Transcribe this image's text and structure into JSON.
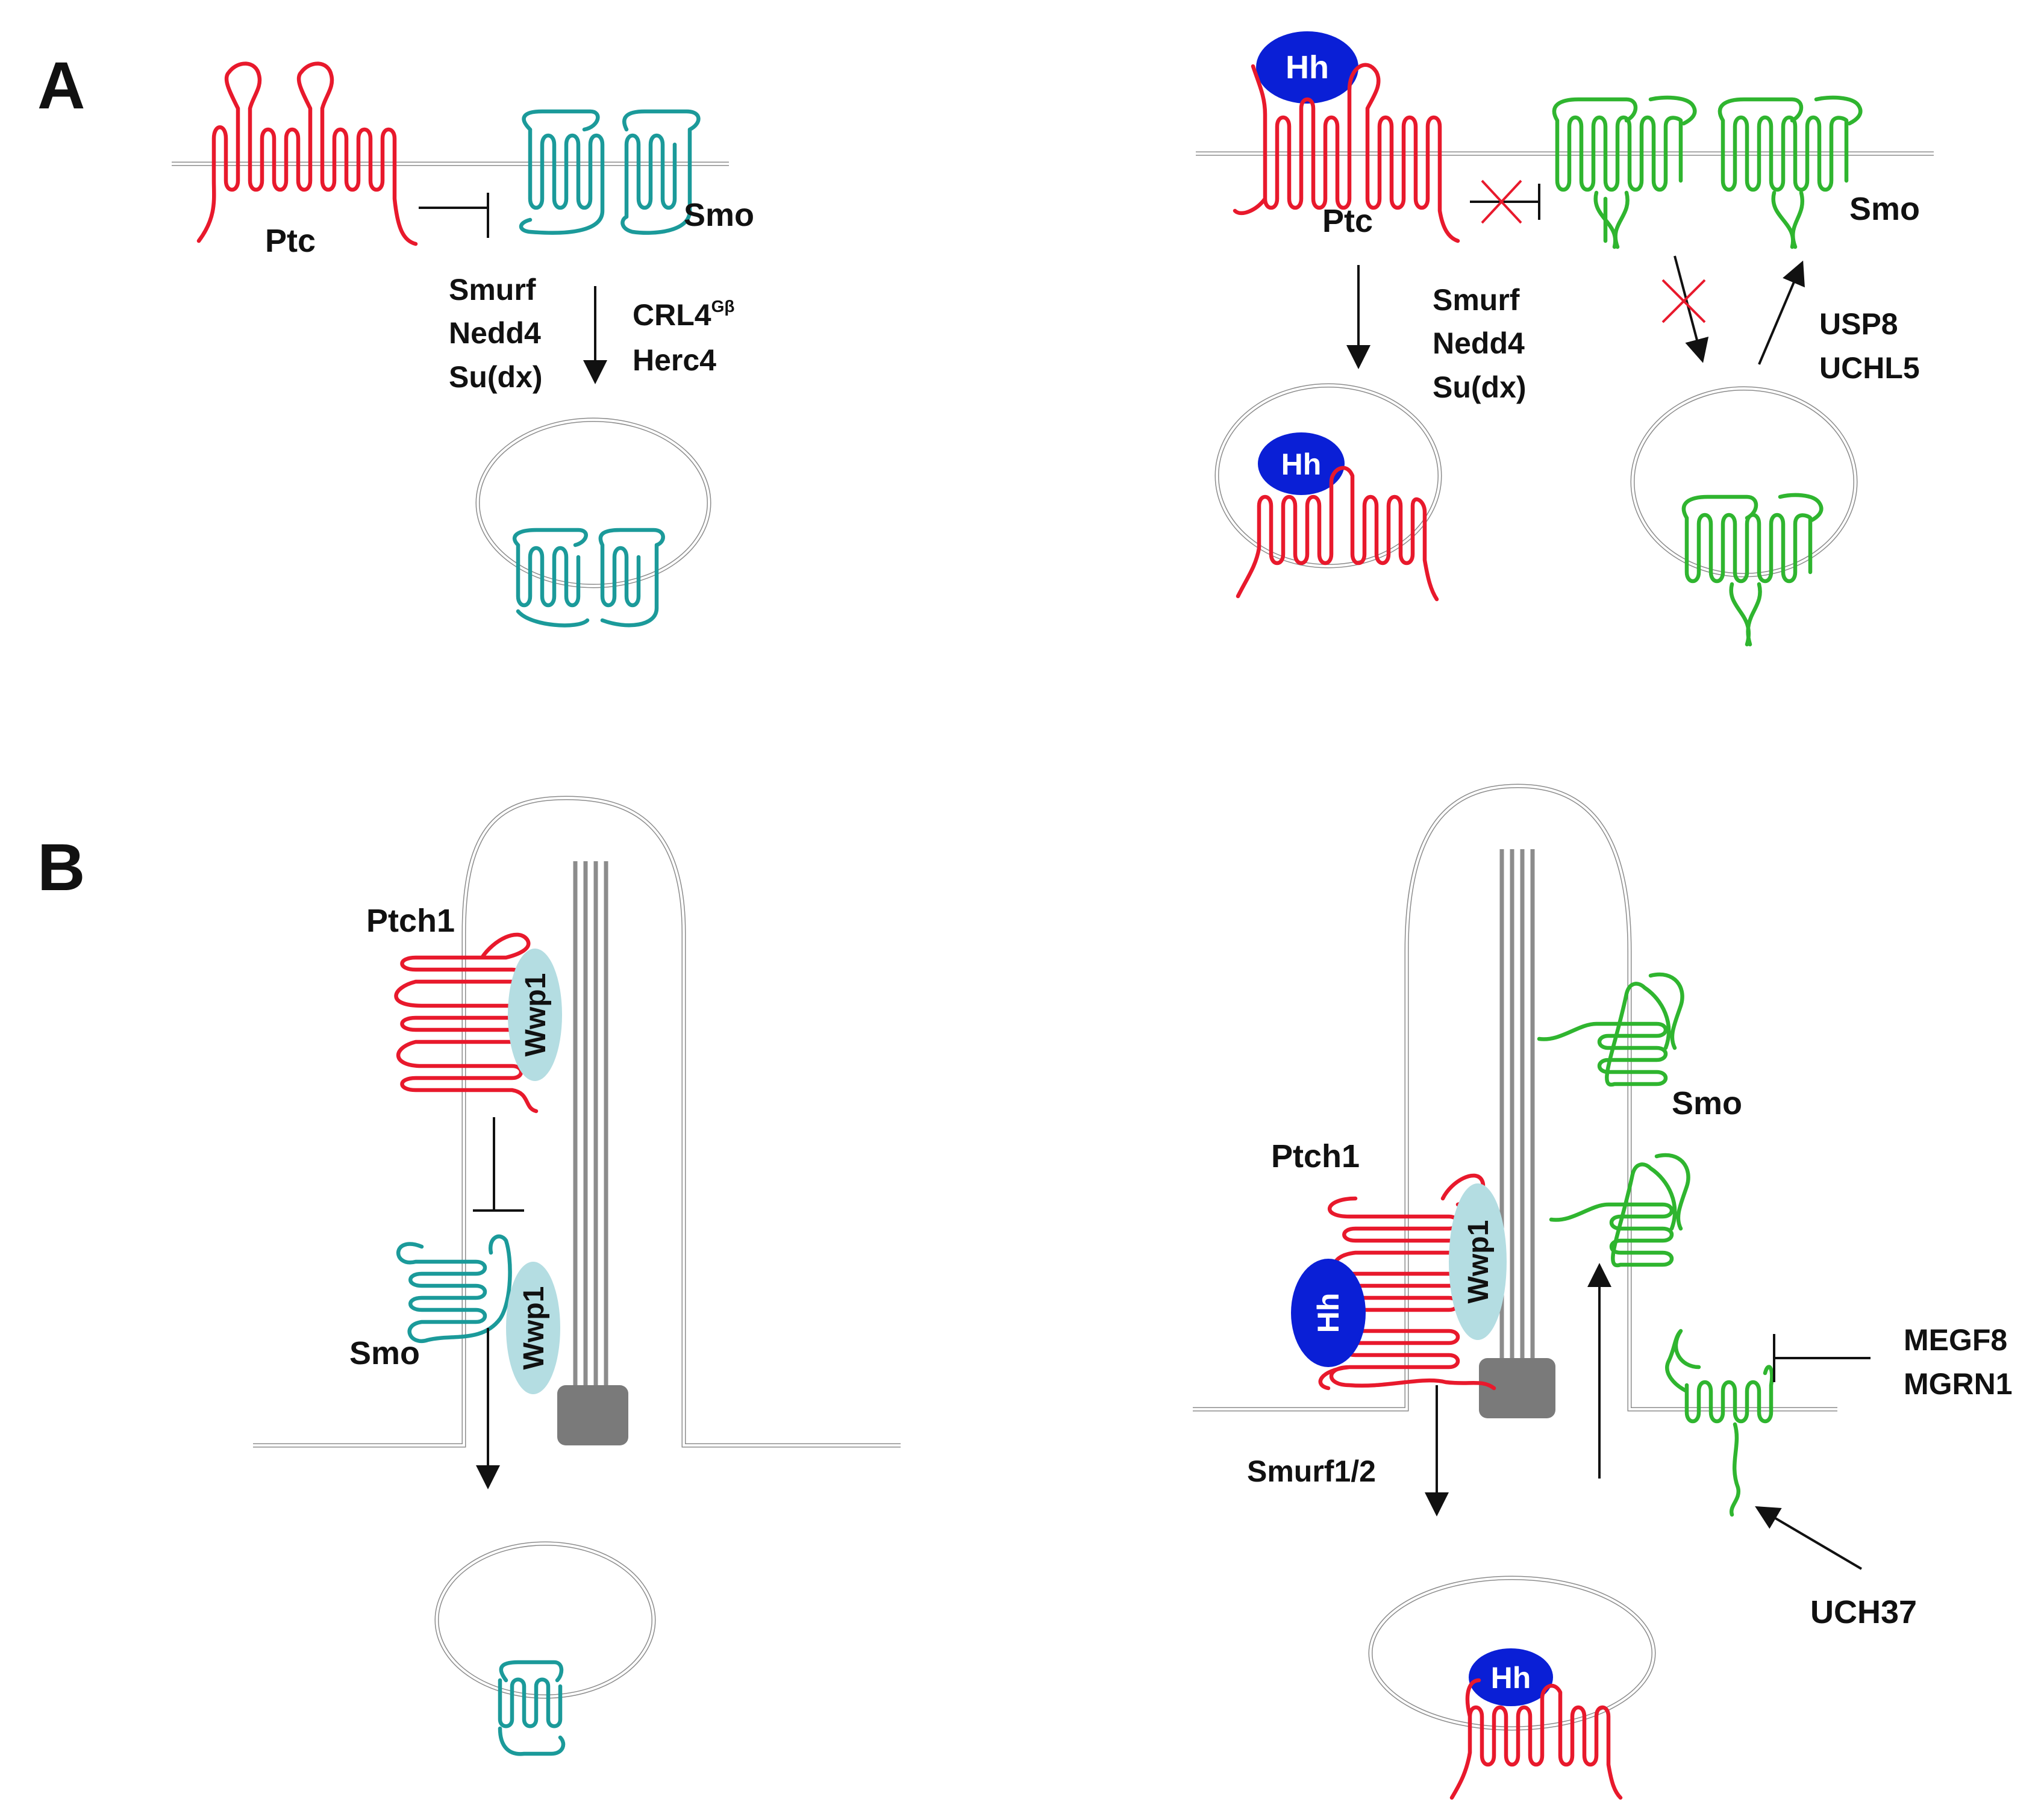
{
  "panels": {
    "a": {
      "letter": "A",
      "left": {
        "ptc_label": "Ptc",
        "smo_label": "Smo",
        "e3_left": [
          "Smurf",
          "Nedd4",
          "Su(dx)"
        ],
        "e3_right_crl4": "CRL4",
        "e3_right_crl4_sup": "Gβ",
        "e3_right_herc4": "Herc4"
      },
      "right": {
        "hh_label": "Hh",
        "ptc_label": "Ptc",
        "smo_label": "Smo",
        "e3_list": [
          "Smurf",
          "Nedd4",
          "Su(dx)"
        ],
        "dub_list": [
          "USP8",
          "UCHL5"
        ],
        "vesicle_hh_label": "Hh"
      }
    },
    "b": {
      "letter": "B",
      "left": {
        "ptch1_label": "Ptch1",
        "wwp1_top": "Wwp1",
        "smo_label": "Smo",
        "wwp1_bottom": "Wwp1"
      },
      "right": {
        "smo_label": "Smo",
        "ptch1_label": "Ptch1",
        "hh_label": "Hh",
        "wwp1_label": "Wwp1",
        "smurf_label": "Smurf1/2",
        "inhibitors": [
          "MEGF8",
          "MGRN1"
        ],
        "uch_label": "UCH37",
        "vesicle_hh_label": "Hh"
      }
    }
  },
  "colors": {
    "ptc": "#e8192c",
    "smo_inactive": "#1b9a9a",
    "smo_active": "#2fb52f",
    "hh": "#0a1fd6",
    "wwp1": "#b4dde2",
    "membrane": "#8c8c8c",
    "basal_body": "#7a7a7a"
  }
}
